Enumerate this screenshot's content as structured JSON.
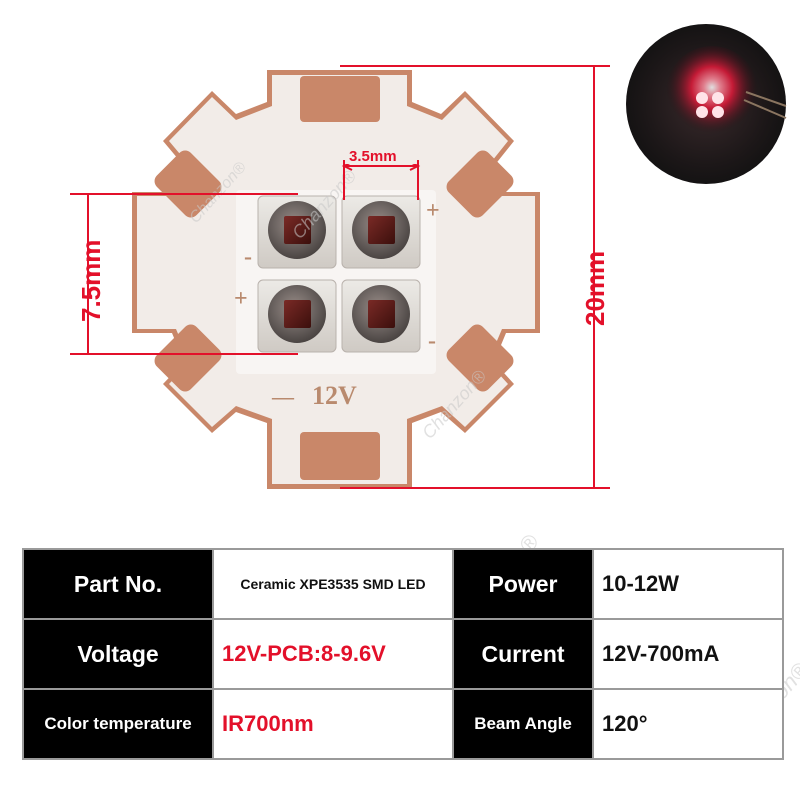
{
  "dimensions": {
    "pitch": "3.5mm",
    "height": "7.5mm",
    "diameter": "20mm"
  },
  "pcb": {
    "voltage_mark": "12V",
    "polarity_plus": "+",
    "polarity_minus": "-",
    "polarity_dash": "—"
  },
  "watermark": "Chanzon®",
  "colors": {
    "dimension_red": "#e3102a",
    "copper": "#c98769",
    "board_white": "#f2ece8",
    "header_black": "#000000",
    "glow_red": "#ff2a4a"
  },
  "specs": {
    "row1": {
      "k1": "Part No.",
      "v1": "Ceramic XPE3535 SMD LED",
      "k2": "Power",
      "v2": "10-12W"
    },
    "row2": {
      "k1": "Voltage",
      "v1": "12V-PCB:8-9.6V",
      "k2": "Current",
      "v2": "12V-700mA"
    },
    "row3": {
      "k1": "Color temperature",
      "v1": "IR700nm",
      "k2": "Beam Angle",
      "v2": "120°"
    }
  }
}
